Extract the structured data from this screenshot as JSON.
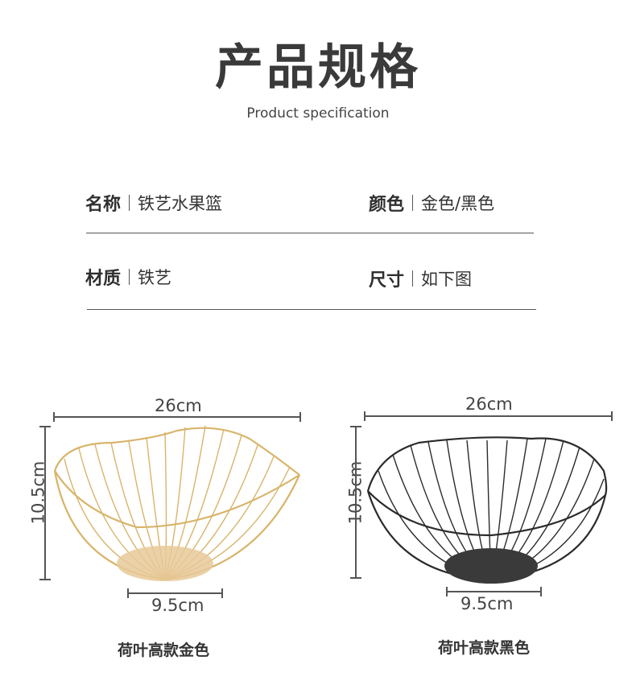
{
  "header": {
    "title": "产品规格",
    "subtitle": "Product specification"
  },
  "specs": [
    {
      "label": "名称",
      "value": "铁艺水果篮"
    },
    {
      "label": "颜色",
      "value": "金色/黑色"
    },
    {
      "label": "材质",
      "value": "铁艺"
    },
    {
      "label": "尺寸",
      "value": "如下图"
    }
  ],
  "products": [
    {
      "caption": "荷叶高款金色",
      "width": "26cm",
      "height": "10.5cm",
      "base": "9.5cm",
      "color": "#d8b46a",
      "base_color": "#e8c999"
    },
    {
      "caption": "荷叶高款黑色",
      "width": "26cm",
      "height": "10.5cm",
      "base": "9.5cm",
      "color": "#2b2b2b",
      "base_color": "#3a3a3a"
    }
  ]
}
